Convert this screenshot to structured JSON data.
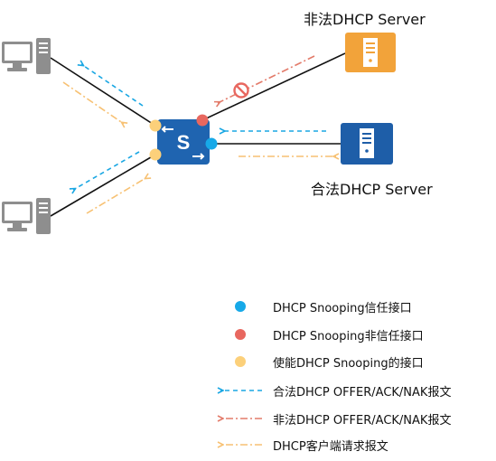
{
  "labels": {
    "illegal_server": "非法DHCP Server",
    "legal_server": "合法DHCP Server",
    "switch_symbol": "S"
  },
  "legend": [
    {
      "text": "DHCP Snooping信任接口",
      "symbol": "dot",
      "color": "#17a9e8"
    },
    {
      "text": "DHCP Snooping非信任接口",
      "symbol": "dot",
      "color": "#e8675f"
    },
    {
      "text": "使能DHCP Snooping的接口",
      "symbol": "dot",
      "color": "#fcd07a"
    },
    {
      "text": "合法DHCP OFFER/ACK/NAK报文",
      "symbol": "dash-arrow",
      "color": "#1aa7e3"
    },
    {
      "text": "非法DHCP OFFER/ACK/NAK报文",
      "symbol": "dashdot-arrow",
      "color": "#e37b6a"
    },
    {
      "text": "DHCP客户端请求报文",
      "symbol": "dashdot-arrow",
      "color": "#f7c173"
    }
  ],
  "colors": {
    "trusted_port": "#17a9e8",
    "untrusted_port": "#e8675f",
    "enabled_port": "#fcd07a",
    "legal_msg": "#1aa7e3",
    "illegal_msg": "#e37b6a",
    "client_request": "#f7c173",
    "switch": "#1f64b0",
    "illegal_server": "#f2a33a",
    "legal_server": "#1e5ea8"
  },
  "icons": {
    "client": "desktop-computer-icon",
    "server": "server-tower-icon",
    "blocked": "prohibited-icon",
    "switch": "switch-icon"
  }
}
